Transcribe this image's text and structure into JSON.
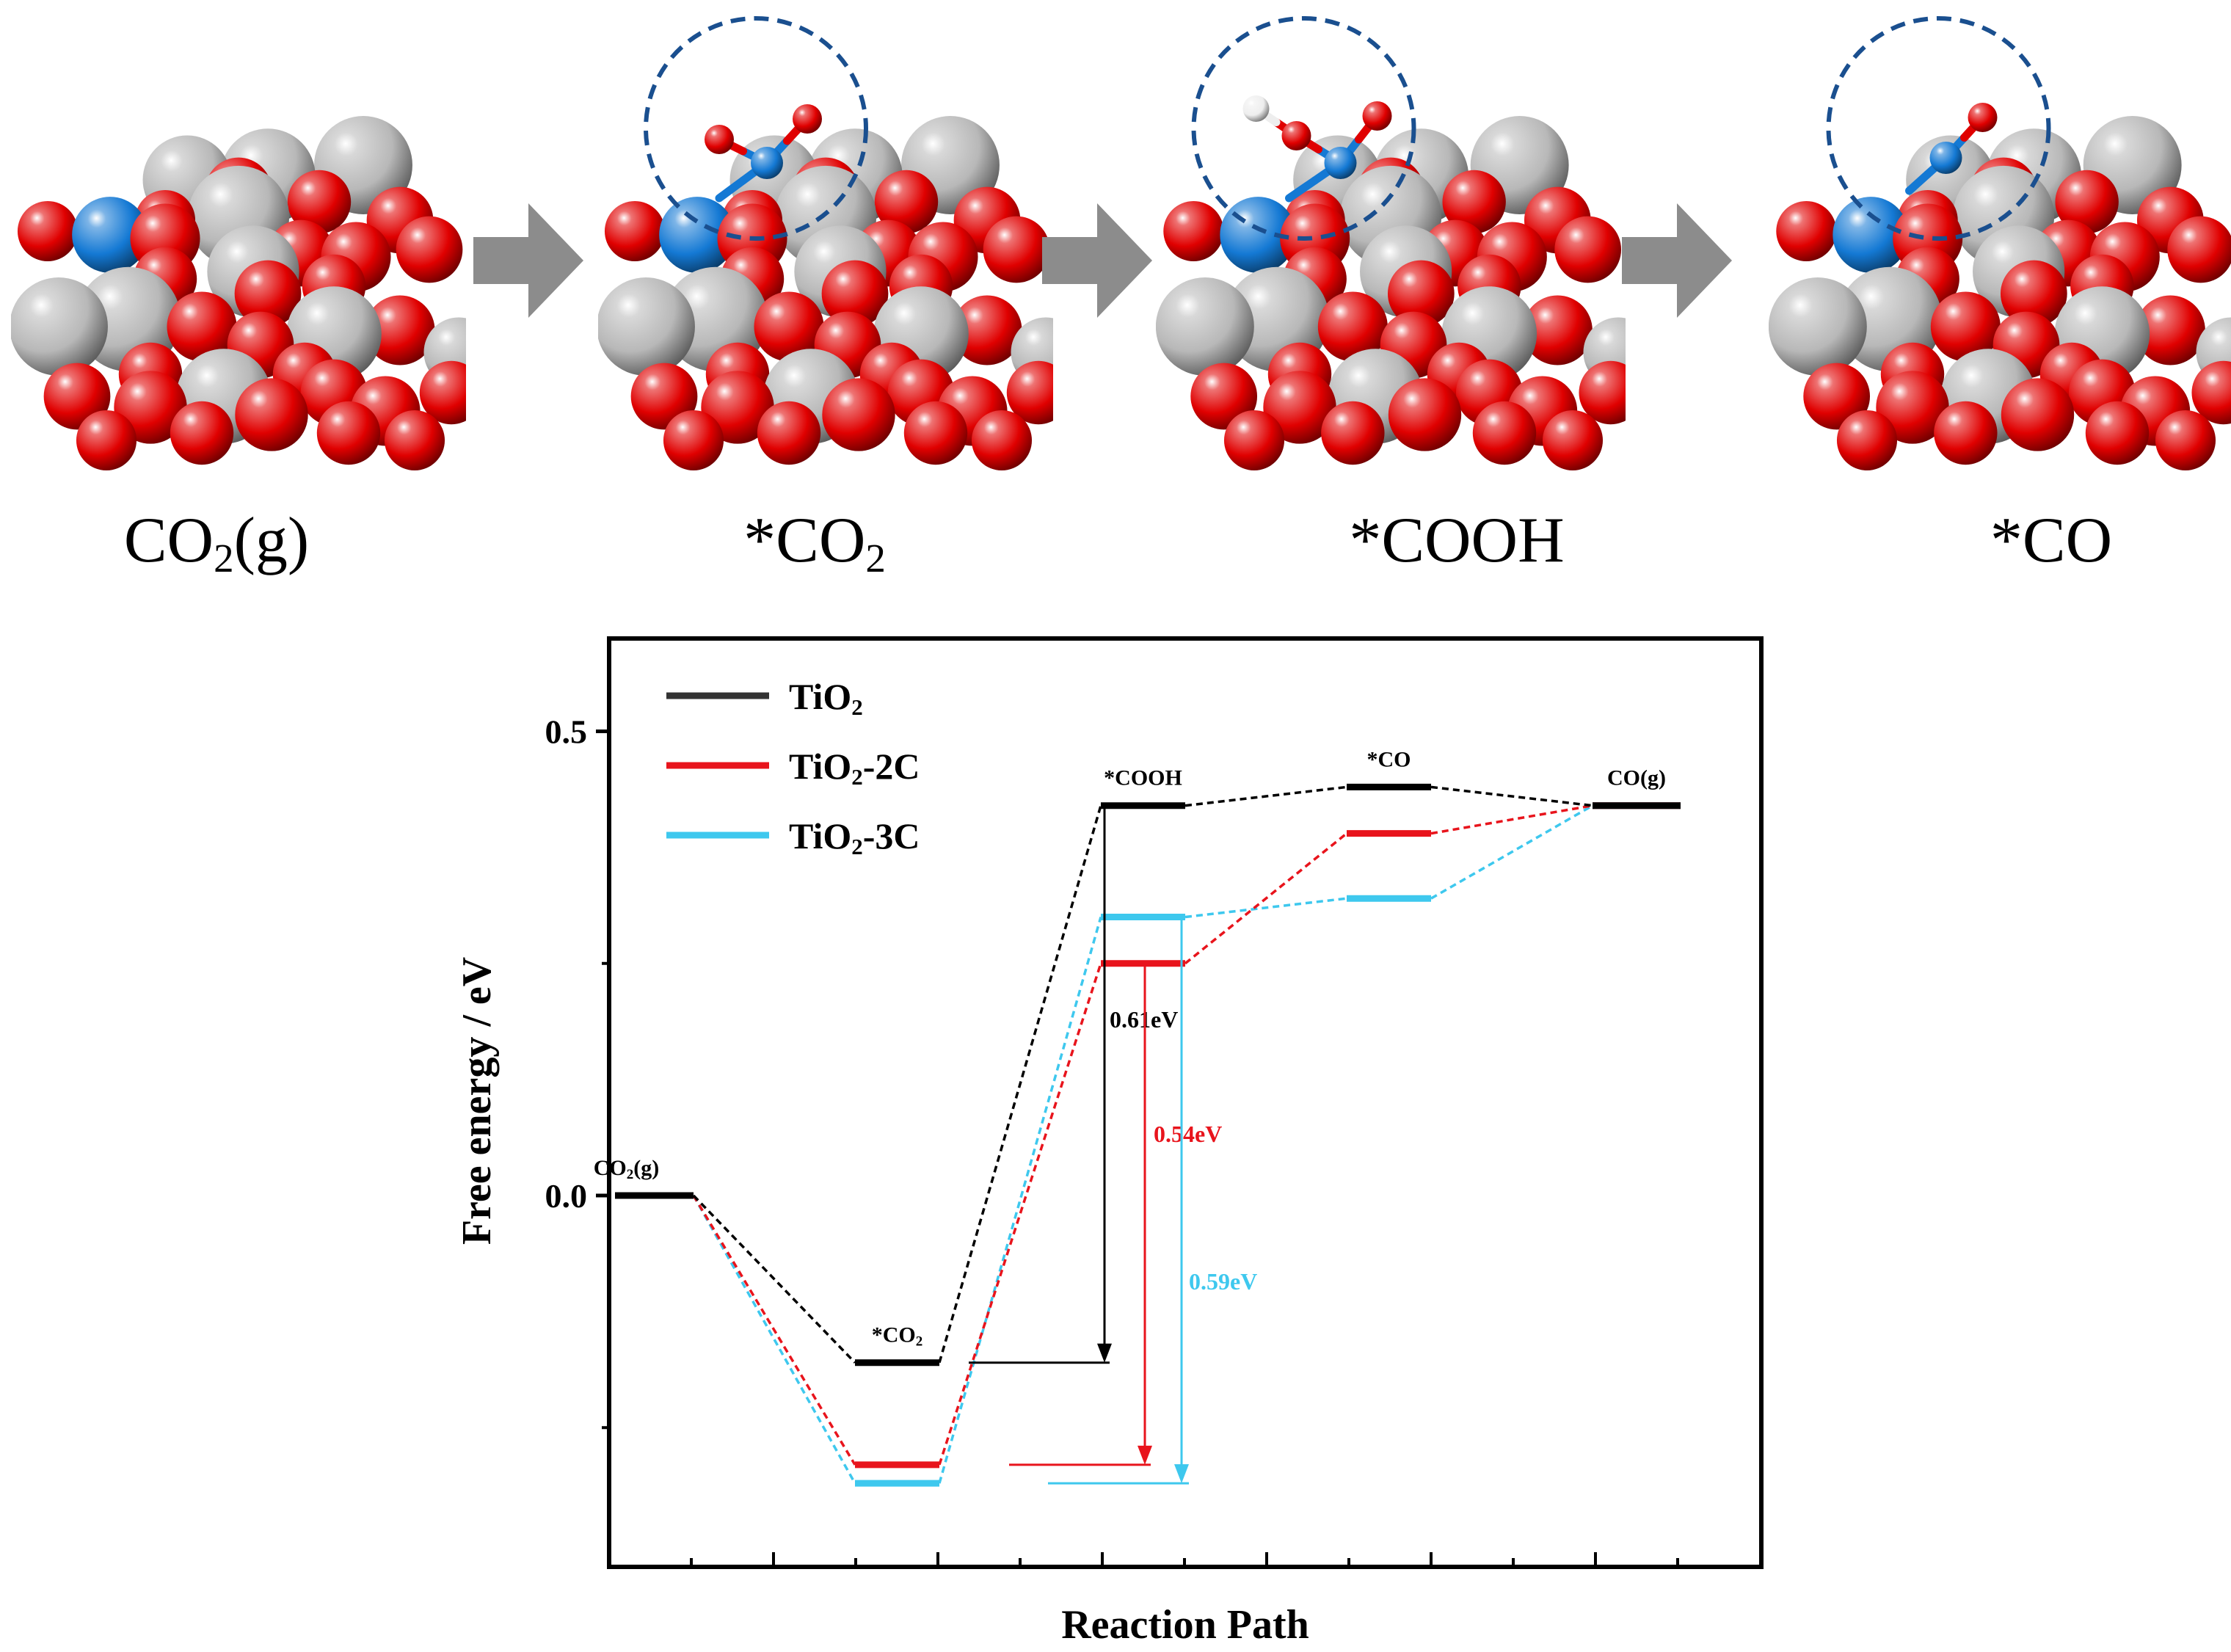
{
  "structures": [
    {
      "label_main": "CO",
      "label_sub": "2",
      "label_tail": "(g)",
      "adsorbate": "none"
    },
    {
      "label_main": "*CO",
      "label_sub": "2",
      "label_tail": "",
      "adsorbate": "co2"
    },
    {
      "label_main": "*COOH",
      "label_sub": "",
      "label_tail": "",
      "adsorbate": "cooh"
    },
    {
      "label_main": "*CO",
      "label_sub": "",
      "label_tail": "",
      "adsorbate": "co"
    }
  ],
  "colors": {
    "ti_atom": "#b8b8b8",
    "o_atom": "#e00000",
    "c_atom": "#1479d4",
    "h_atom": "#eeeeee",
    "arrow": "#8c8c8c",
    "circle": "#1a4f8f",
    "TiO2": "#000000",
    "TiO2-2C": "#e8141c",
    "TiO2-3C": "#3ec8ee"
  },
  "chart_data": {
    "type": "line",
    "subtype": "free-energy-step-diagram",
    "xlabel": "Reaction Path",
    "ylabel": "Free energy / eV",
    "ylim": [
      -0.4,
      0.6
    ],
    "yticks": [
      0.0,
      0.5
    ],
    "yticks_labels": [
      "0.0",
      "0.5"
    ],
    "states": [
      {
        "label": "CO2(g)",
        "label_main": "CO",
        "label_sub": "2",
        "label_tail": "(g)"
      },
      {
        "label": "*CO2",
        "label_main": "*CO",
        "label_sub": "2",
        "label_tail": ""
      },
      {
        "label": "*COOH",
        "label_main": "*COOH",
        "label_sub": "",
        "label_tail": ""
      },
      {
        "label": "*CO",
        "label_main": "*CO",
        "label_sub": "",
        "label_tail": ""
      },
      {
        "label": "CO(g)",
        "label_main": "CO(g)",
        "label_sub": "",
        "label_tail": ""
      }
    ],
    "series": [
      {
        "name": "TiO2",
        "legend_main": "TiO",
        "legend_sub": "2",
        "legend_tail": "",
        "values": [
          0.0,
          -0.18,
          0.42,
          0.44,
          0.42
        ]
      },
      {
        "name": "TiO2-2C",
        "legend_main": "TiO",
        "legend_sub": "2",
        "legend_tail": "-2C",
        "values": [
          0.0,
          -0.29,
          0.25,
          0.39,
          0.42
        ]
      },
      {
        "name": "TiO2-3C",
        "legend_main": "TiO",
        "legend_sub": "2",
        "legend_tail": "-3C",
        "values": [
          0.0,
          -0.31,
          0.3,
          0.32,
          0.42
        ]
      }
    ],
    "annotations": [
      {
        "text": "0.61eV",
        "series": "TiO2"
      },
      {
        "text": "0.54eV",
        "series": "TiO2-2C"
      },
      {
        "text": "0.59eV",
        "series": "TiO2-3C"
      }
    ],
    "legend_position": "top-left",
    "grid": false
  }
}
